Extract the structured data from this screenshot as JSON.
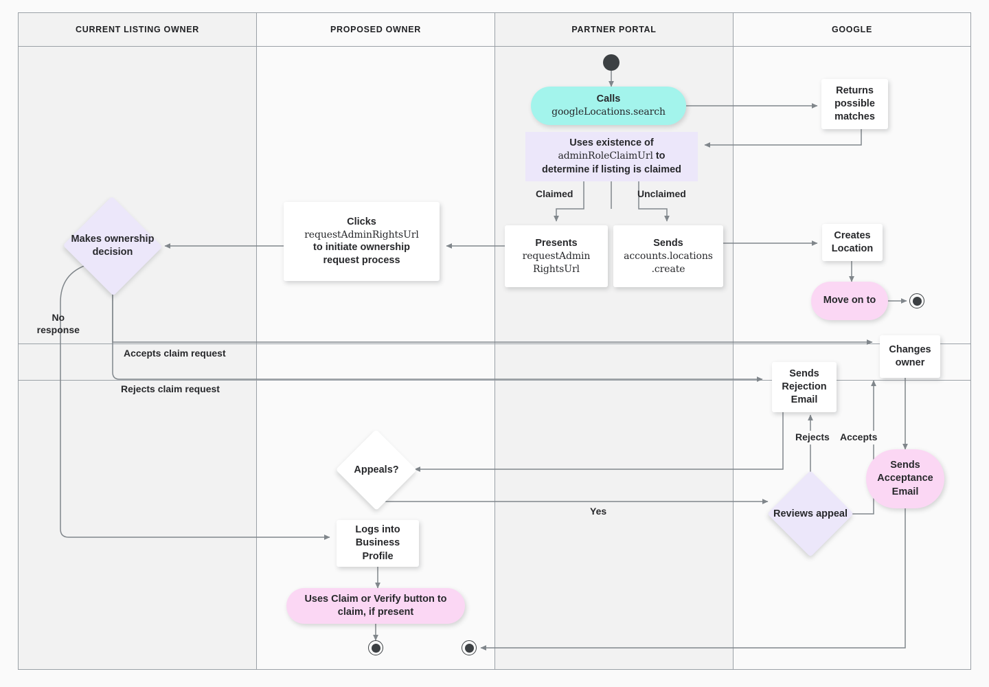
{
  "diagram": {
    "title": "Google Business Profile listing ownership flow",
    "type": "swimlane-flowchart",
    "colors": {
      "background": "#FAFAFA",
      "lane_shade_a": "#F2F2F2",
      "lane_shade_b": "#FAFAFA",
      "lane_border": "#9AA0A6",
      "edge": "#80868B",
      "node_white": "#FFFFFF",
      "node_cyan": "#A3F4EC",
      "node_lavender": "#ECE7FA",
      "node_pink": "#FBD7F4",
      "text": "#27282B"
    }
  },
  "lanes": [
    {
      "id": "current-listing-owner",
      "label": "CURRENT LISTING OWNER"
    },
    {
      "id": "proposed-owner",
      "label": "PROPOSED OWNER"
    },
    {
      "id": "partner-portal",
      "label": "PARTNER PORTAL"
    },
    {
      "id": "google",
      "label": "GOOGLE"
    }
  ],
  "nodes": {
    "start_partner": {
      "shape": "start",
      "label": ""
    },
    "calls_search": {
      "shape": "stadium",
      "color": "cyan",
      "lane": "partner-portal",
      "line1": "Calls",
      "line2": "googleLocations.search"
    },
    "uses_existence": {
      "shape": "rect",
      "color": "lavender",
      "lane": "partner-portal",
      "line1": "Uses existence of",
      "line2": "adminRoleClaimUrl",
      "line2_suffix": " to",
      "line3": "determine if listing is claimed"
    },
    "returns_matches": {
      "shape": "rect",
      "color": "white",
      "lane": "google",
      "line1": "Returns",
      "line2": "possible",
      "line3": "matches"
    },
    "presents_url": {
      "shape": "rect",
      "color": "white",
      "lane": "partner-portal",
      "line1": "Presents",
      "line2": "requestAdmin",
      "line3": "RightsUrl"
    },
    "sends_create": {
      "shape": "rect",
      "color": "white",
      "lane": "partner-portal",
      "line1": "Sends",
      "line2": "accounts.locations",
      "line3": ".create"
    },
    "clicks_url": {
      "shape": "rect",
      "color": "white",
      "lane": "proposed-owner",
      "line1": "Clicks",
      "line2": "requestAdminRightsUrl",
      "line3": "to initiate ownership",
      "line4": "request process"
    },
    "makes_decision": {
      "shape": "diamond",
      "color": "lavender",
      "lane": "current-listing-owner",
      "line1": "Makes",
      "line2": "ownership",
      "line3": "decision"
    },
    "creates_location": {
      "shape": "rect",
      "color": "white",
      "lane": "google",
      "line1": "Creates",
      "line2": "Location"
    },
    "move_on_to": {
      "shape": "stadium",
      "color": "pink",
      "lane": "google",
      "line1": "Move on to"
    },
    "end_move_on": {
      "shape": "end",
      "label": ""
    },
    "changes_owner": {
      "shape": "rect",
      "color": "white",
      "lane": "google",
      "line1": "Changes",
      "line2": "owner"
    },
    "sends_rejection": {
      "shape": "rect",
      "color": "white",
      "lane": "google",
      "line1": "Sends",
      "line2": "Rejection",
      "line3": "Email"
    },
    "sends_acceptance": {
      "shape": "stadium",
      "color": "pink",
      "lane": "google",
      "line1": "Sends",
      "line2": "Acceptance",
      "line3": "Email"
    },
    "reviews_appeal": {
      "shape": "diamond",
      "color": "lavender",
      "lane": "google",
      "line1": "Reviews",
      "line2": "appeal"
    },
    "appeals": {
      "shape": "diamond",
      "color": "white",
      "lane": "proposed-owner",
      "line1": "Appeals?"
    },
    "logs_into_bp": {
      "shape": "rect",
      "color": "white",
      "lane": "proposed-owner",
      "line1": "Logs into",
      "line2": "Business",
      "line3": "Profile"
    },
    "uses_claim_verify": {
      "shape": "stadium",
      "color": "pink",
      "lane": "proposed-owner",
      "line1": "Uses Claim or Verify button to",
      "line2": "claim, if present"
    },
    "end_claim": {
      "shape": "end",
      "label": ""
    },
    "end_partner": {
      "shape": "end",
      "label": ""
    }
  },
  "edge_labels": {
    "claimed": "Claimed",
    "unclaimed": "Unclaimed",
    "no_response_l1": "No",
    "no_response_l2": "response",
    "accepts_claim": "Accepts claim request",
    "rejects_claim": "Rejects claim request",
    "rejects": "Rejects",
    "accepts": "Accepts",
    "yes": "Yes"
  },
  "edges": [
    {
      "from": "start_partner",
      "to": "calls_search",
      "label": ""
    },
    {
      "from": "calls_search",
      "to": "returns_matches",
      "label": ""
    },
    {
      "from": "returns_matches",
      "to": "uses_existence",
      "label": ""
    },
    {
      "from": "uses_existence",
      "to": "presents_url",
      "label": "Claimed"
    },
    {
      "from": "uses_existence",
      "to": "sends_create",
      "label": "Unclaimed"
    },
    {
      "from": "presents_url",
      "to": "clicks_url",
      "label": ""
    },
    {
      "from": "clicks_url",
      "to": "makes_decision",
      "label": ""
    },
    {
      "from": "sends_create",
      "to": "creates_location",
      "label": ""
    },
    {
      "from": "creates_location",
      "to": "move_on_to",
      "label": ""
    },
    {
      "from": "move_on_to",
      "to": "end_move_on",
      "label": ""
    },
    {
      "from": "makes_decision",
      "to": "changes_owner",
      "label": "Accepts claim request"
    },
    {
      "from": "makes_decision",
      "to": "sends_rejection",
      "label": "Rejects claim request"
    },
    {
      "from": "makes_decision",
      "to": "logs_into_bp",
      "label": "No response"
    },
    {
      "from": "sends_rejection",
      "to": "appeals",
      "label": ""
    },
    {
      "from": "appeals",
      "to": "reviews_appeal",
      "label": "Yes"
    },
    {
      "from": "reviews_appeal",
      "to": "sends_rejection",
      "label": "Rejects"
    },
    {
      "from": "reviews_appeal",
      "to": "changes_owner",
      "label": "Accepts"
    },
    {
      "from": "changes_owner",
      "to": "sends_acceptance",
      "label": ""
    },
    {
      "from": "sends_acceptance",
      "to": "end_partner",
      "label": ""
    },
    {
      "from": "logs_into_bp",
      "to": "uses_claim_verify",
      "label": ""
    },
    {
      "from": "uses_claim_verify",
      "to": "end_claim",
      "label": ""
    }
  ]
}
